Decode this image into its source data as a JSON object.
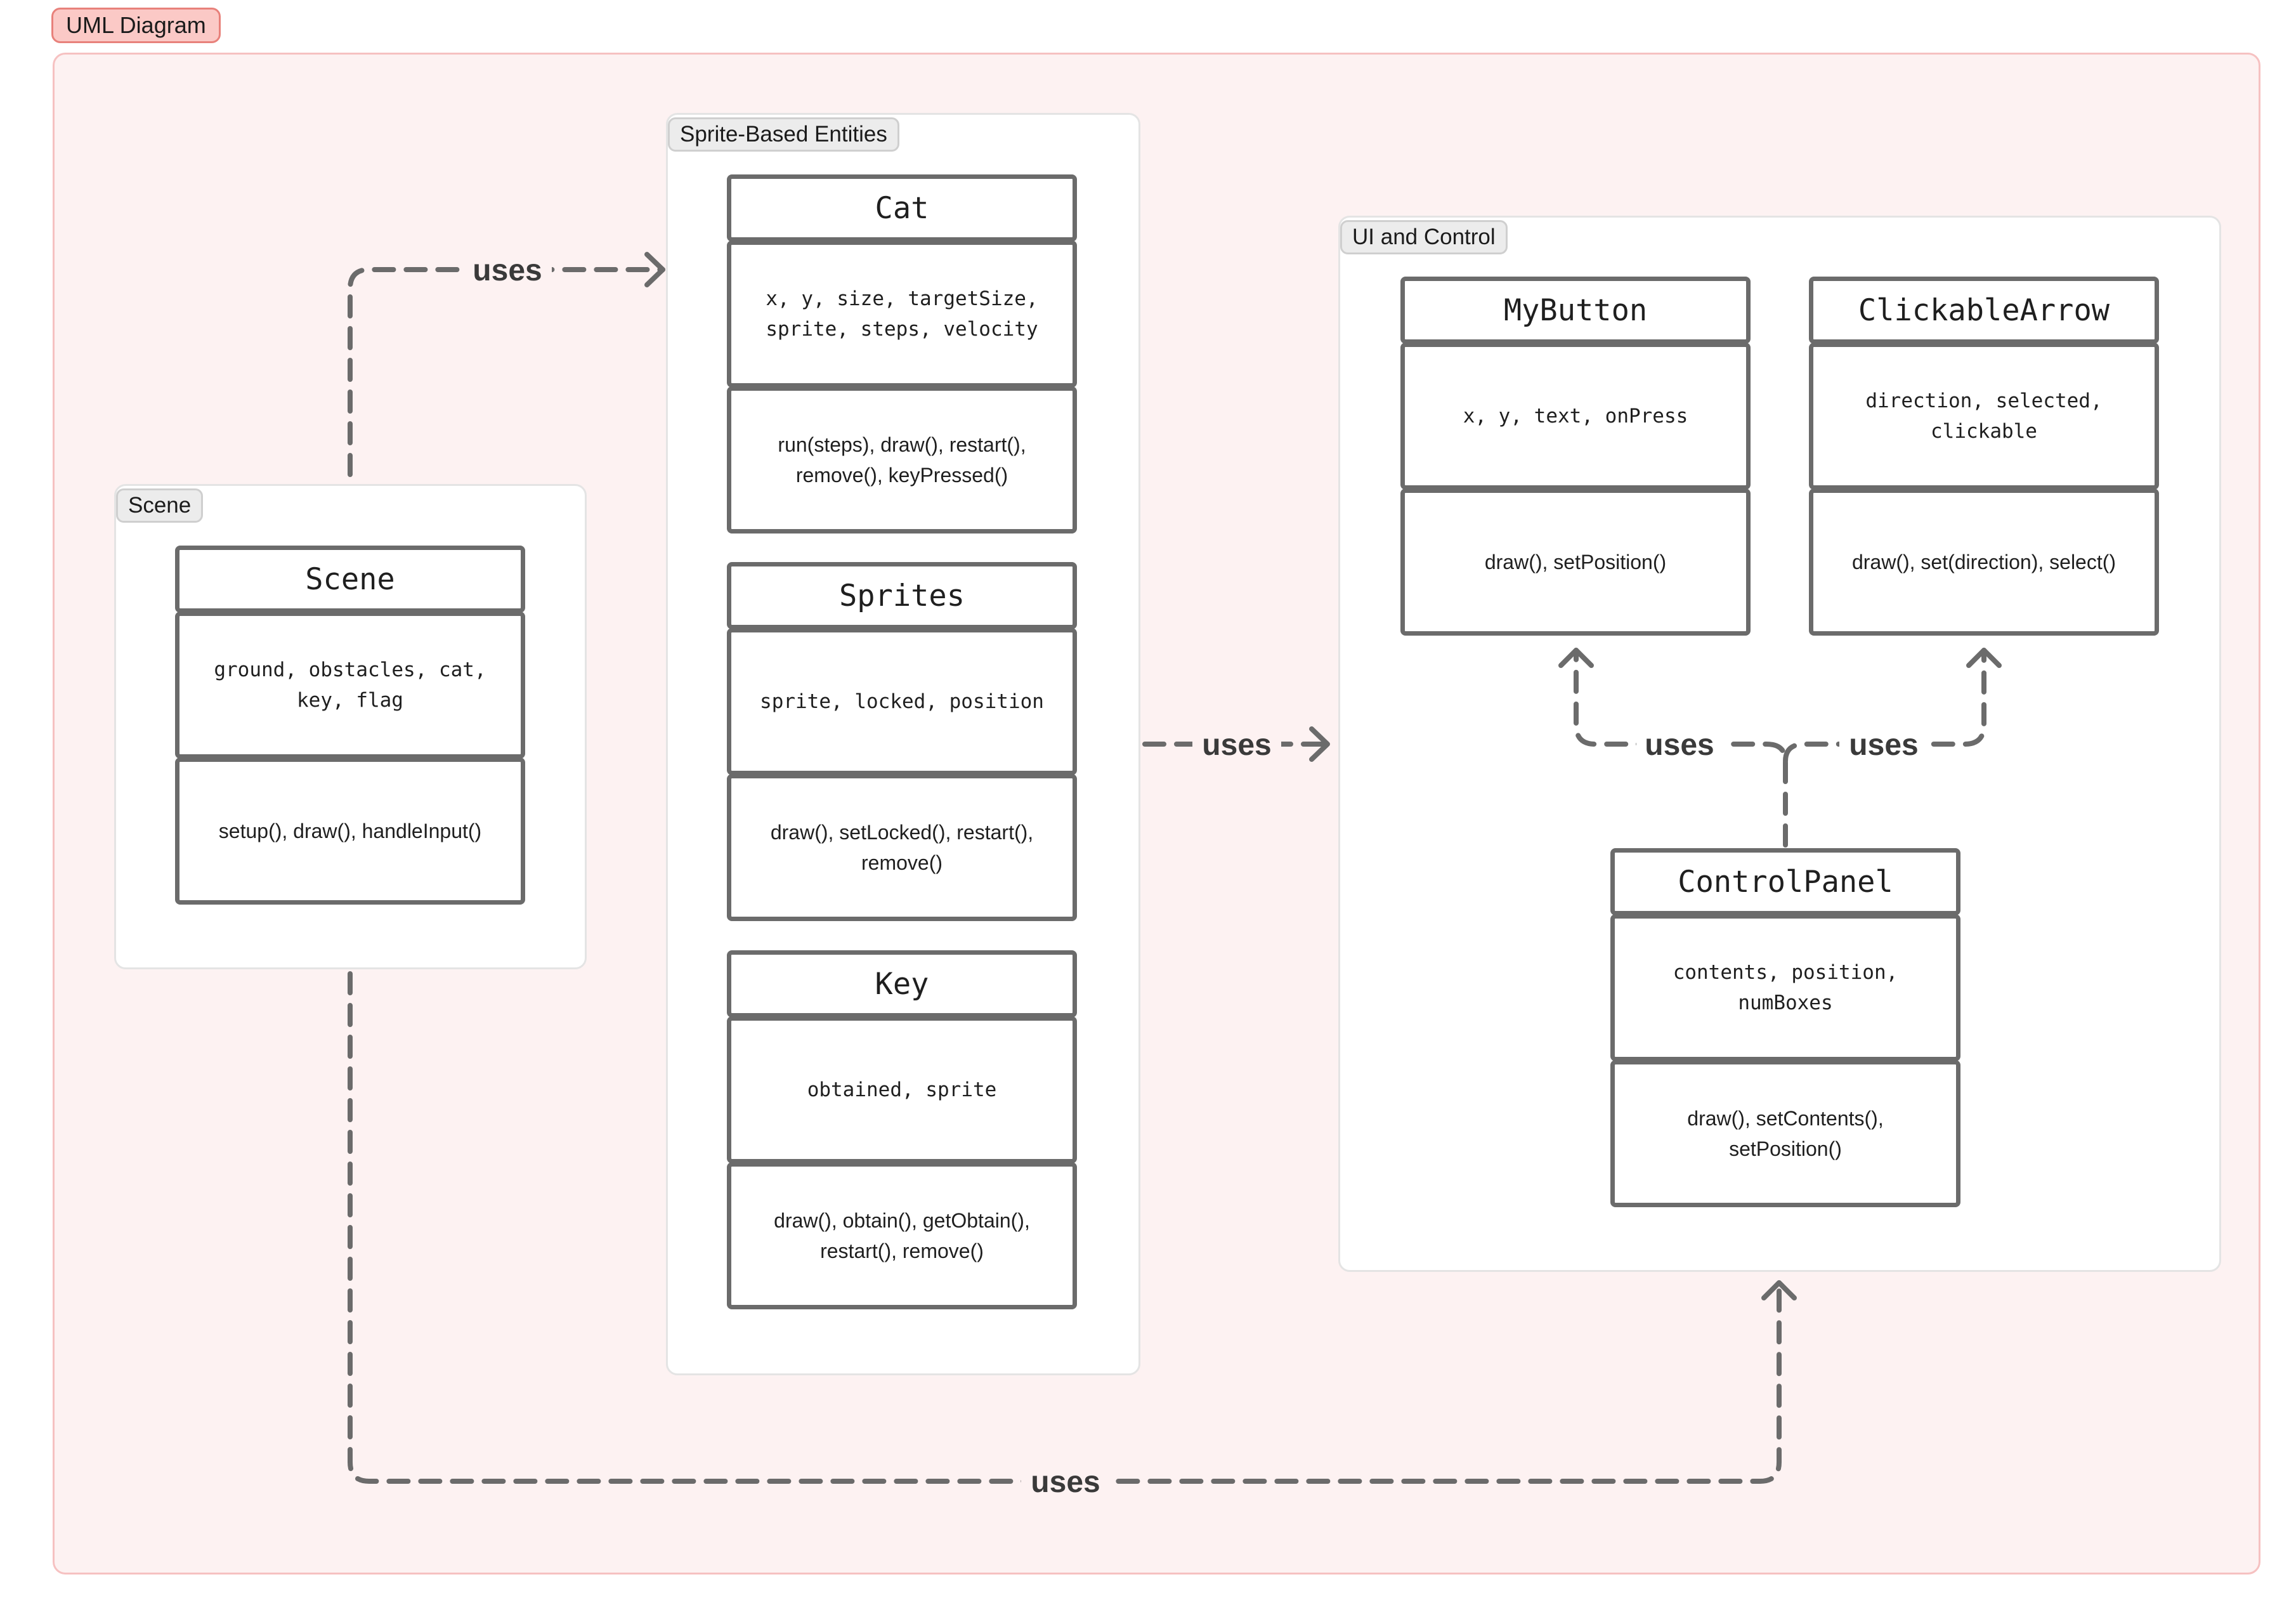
{
  "diagram": {
    "title": "UML Diagram",
    "groups": [
      {
        "id": "scene-group",
        "label": "Scene"
      },
      {
        "id": "sprite-group",
        "label": "Sprite-Based Entities"
      },
      {
        "id": "ui-group",
        "label": "UI and Control"
      }
    ],
    "classes": [
      {
        "id": "scene",
        "name": "Scene",
        "attributes": "ground, obstacles, cat,\nkey, flag",
        "methods": "setup(), draw(), handleInput()"
      },
      {
        "id": "cat",
        "name": "Cat",
        "attributes": "x, y, size, targetSize,\nsprite, steps, velocity",
        "methods": "run(steps), draw(), restart(),\nremove(), keyPressed()"
      },
      {
        "id": "sprites",
        "name": "Sprites",
        "attributes": "sprite, locked, position",
        "methods": "draw(), setLocked(), restart(),\nremove()"
      },
      {
        "id": "key",
        "name": "Key",
        "attributes": "obtained, sprite",
        "methods": "draw(), obtain(), getObtain(),\nrestart(), remove()"
      },
      {
        "id": "mybutton",
        "name": "MyButton",
        "attributes": "x, y, text, onPress",
        "methods": "draw(), setPosition()"
      },
      {
        "id": "clickablearrow",
        "name": "ClickableArrow",
        "attributes": "direction, selected,\nclickable",
        "methods": "draw(), set(direction), select()"
      },
      {
        "id": "controlpanel",
        "name": "ControlPanel",
        "attributes": "contents, position,\nnumBoxes",
        "methods": "draw(), setContents(),\nsetPosition()"
      }
    ],
    "edges": [
      {
        "id": "scene-to-sprites",
        "from": "scene-group",
        "to": "sprite-group",
        "label": "uses"
      },
      {
        "id": "sprites-to-ui",
        "from": "sprite-group",
        "to": "ui-group",
        "label": "uses"
      },
      {
        "id": "controlpanel-to-mybutton",
        "from": "controlpanel",
        "to": "mybutton",
        "label": "uses"
      },
      {
        "id": "controlpanel-to-clickablearrow",
        "from": "controlpanel",
        "to": "clickablearrow",
        "label": "uses"
      },
      {
        "id": "scene-to-ui",
        "from": "scene-group",
        "to": "ui-group",
        "label": "uses"
      }
    ],
    "colors": {
      "frame_fill": "#fdf2f2",
      "frame_border": "#f6c1c1",
      "tag_fill": "#fbc9c6",
      "tag_border": "#e8817b",
      "box_border": "#6b6b6b",
      "edge": "#6b6b6b"
    }
  }
}
